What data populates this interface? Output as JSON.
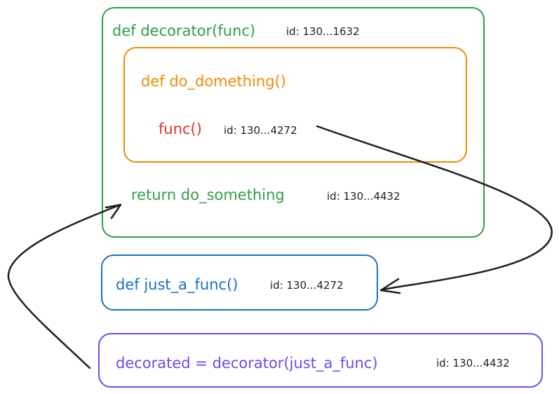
{
  "colors": {
    "decorator": "#2f9e44",
    "inner": "#f08c00",
    "func_call": "#e03131",
    "just_a_func": "#1971c2",
    "decorated": "#7048e8",
    "arrow": "#1e1e1e"
  },
  "decorator_box": {
    "label": "def decorator(func)",
    "id": "id: 130...1632",
    "return_label": "return do_something",
    "return_id": "id: 130...4432"
  },
  "inner_box": {
    "label": "def do_domething()",
    "call_label": "func()",
    "call_id": "id: 130...4272"
  },
  "just_a_func_box": {
    "label": "def just_a_func()",
    "id": "id: 130...4272"
  },
  "decorated_box": {
    "label": "decorated = decorator(just_a_func)",
    "id": "id: 130...4432"
  },
  "arrows": [
    {
      "from": "func-call-id",
      "to": "just-a-func-box"
    },
    {
      "from": "decorated-box",
      "to": "return-do-something"
    }
  ]
}
